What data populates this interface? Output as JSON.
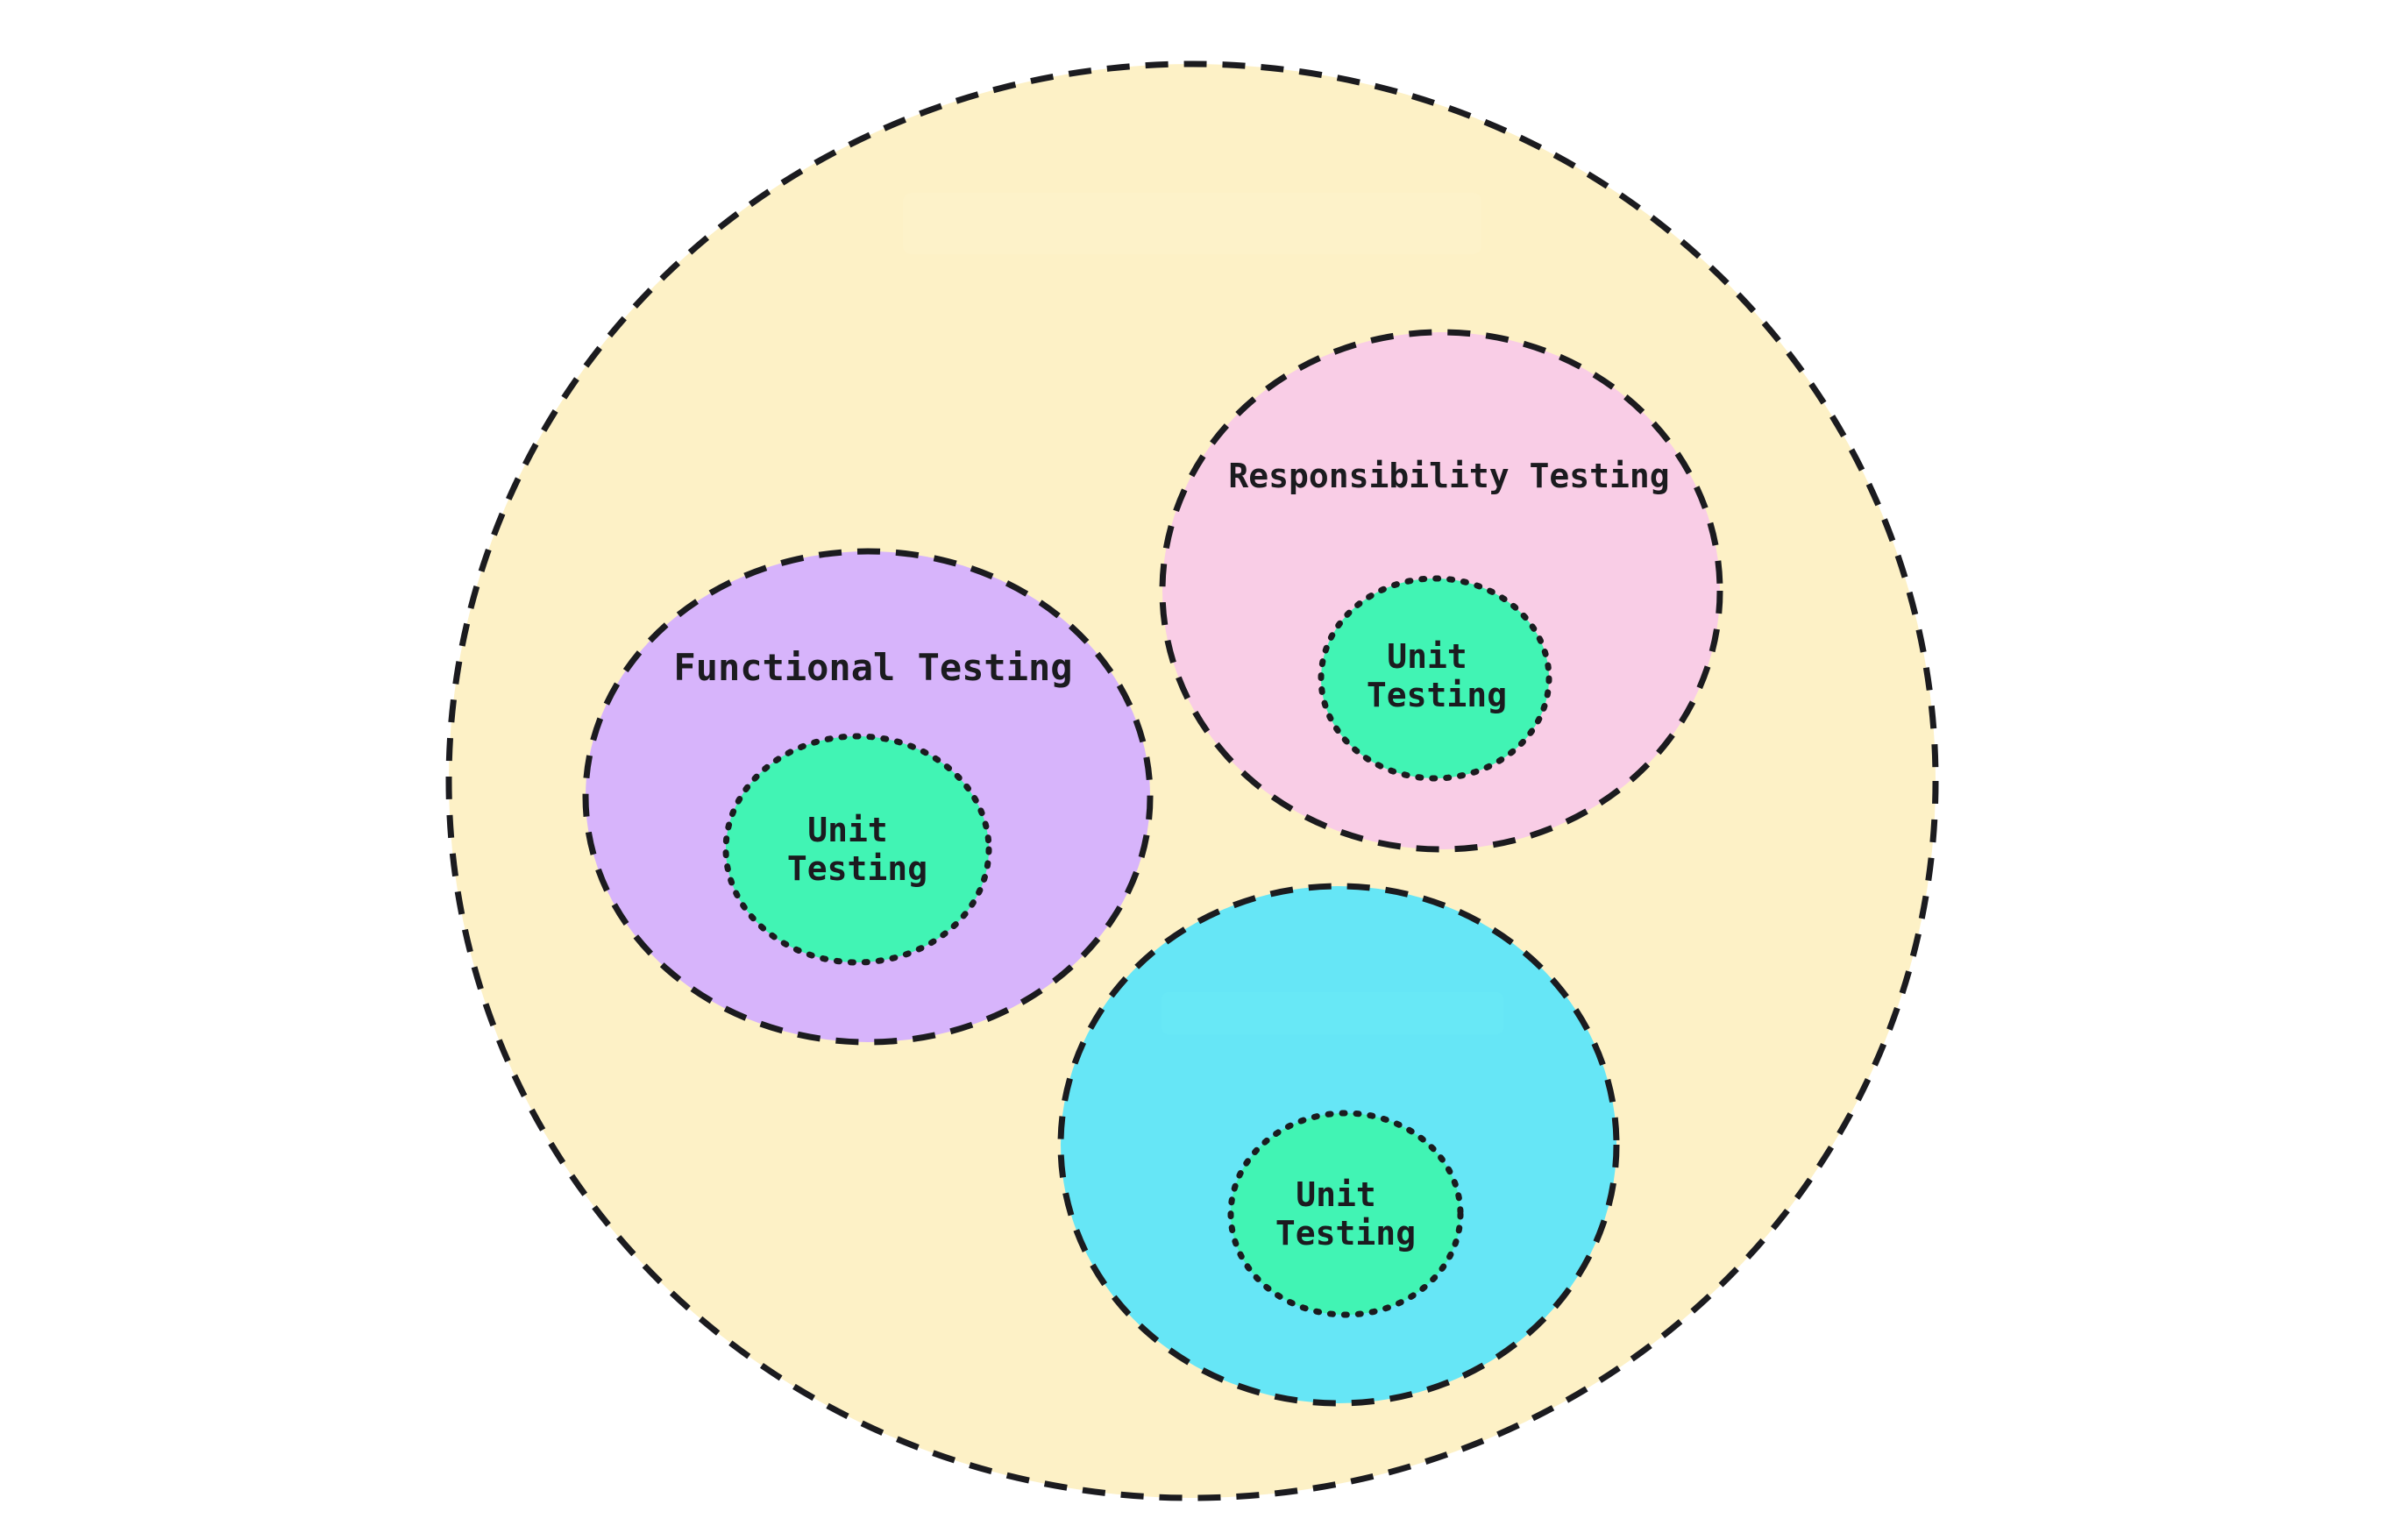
{
  "diagram": {
    "colors": {
      "outer_fill": "#fdf1c6",
      "functional_fill": "#d7b4fb",
      "responsibility_fill": "#f9cde6",
      "third_fill": "#66e6f6",
      "unit_fill": "#41f4b4",
      "stroke": "#1b1b1f"
    },
    "outer": {
      "label": ""
    },
    "functional": {
      "label": "Functional Testing",
      "unit": {
        "line1": "Unit",
        "line2": "Testing"
      }
    },
    "responsibility": {
      "label": "Responsibility Testing",
      "unit": {
        "line1": "Unit",
        "line2": "Testing"
      }
    },
    "third": {
      "label": "",
      "unit": {
        "line1": "Unit",
        "line2": "Testing"
      }
    }
  }
}
